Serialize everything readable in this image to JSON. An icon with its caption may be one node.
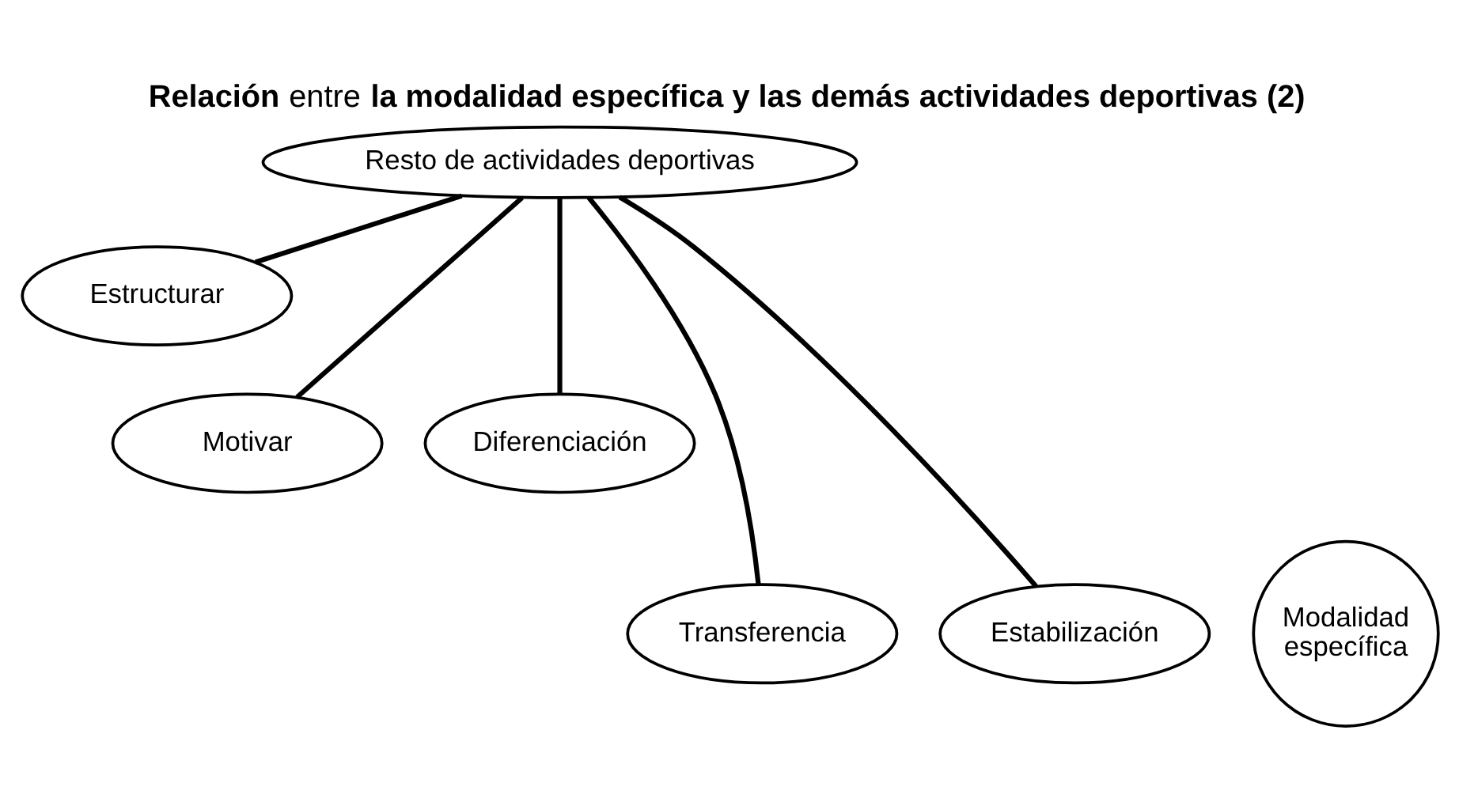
{
  "diagram": {
    "title": "**Relación** entre **la modalidad específica y las demás actividades deportivas (2)**",
    "nodes": [
      {
        "text": [
          "Resto de actividades deportivas"
        ]
      },
      {
        "text": [
          "Estructurar"
        ]
      },
      {
        "text": [
          "Motivar"
        ]
      },
      {
        "text": [
          "Diferenciación"
        ]
      },
      {
        "text": [
          "Transferencia"
        ]
      },
      {
        "text": [
          "Modalidad específica"
        ]
      },
      {
        "text": [
          "Estabilización"
        ]
      }
    ],
    "edges": [
      {
        "from": 0,
        "to": 1,
        "arrow": "none"
      },
      {
        "from": 0,
        "to": 2,
        "arrow": "none"
      },
      {
        "from": 0,
        "to": 3,
        "arrow": "none"
      },
      {
        "from": 0,
        "to": 4,
        "arrow": "none"
      },
      {
        "from": 0,
        "to": 6,
        "arrow": "none"
      }
    ]
  }
}
